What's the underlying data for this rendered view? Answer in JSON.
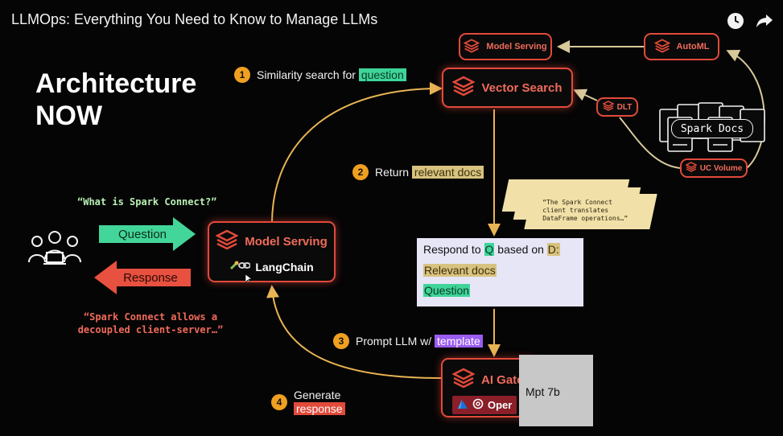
{
  "video": {
    "title": "LLMOps: Everything You Need to Know to Manage LLMs"
  },
  "icons": {
    "history": "clock-icon",
    "share": "share-arrow-icon",
    "layers": "stacked-layers-icon",
    "users": "users-laptop-icon"
  },
  "headline": {
    "line1": "Architecture",
    "line2": "NOW"
  },
  "user_side": {
    "question_quote": "“What is Spark Connect?”",
    "question_label": "Question",
    "response_label": "Response",
    "response_quote_line1": "“Spark Connect allows a",
    "response_quote_line2": "decoupled client-server…”"
  },
  "model_serving_main": {
    "label": "Model Serving",
    "langchain": "LangChain"
  },
  "top_boxes": {
    "model_serving": "Model Serving",
    "automl": "AutoML",
    "vector_search": "Vector Search",
    "dlt": "DLT",
    "uc_volume": "UC Volume",
    "spark_docs": "Spark Docs"
  },
  "steps": {
    "s1": {
      "num": "1",
      "text": "Similarity search for ",
      "highlight": "question"
    },
    "s2": {
      "num": "2",
      "text": "Return ",
      "highlight": "relevant docs"
    },
    "s3": {
      "num": "3",
      "text": "Prompt LLM w/ ",
      "highlight": "template"
    },
    "s4": {
      "num": "4",
      "line1": "Generate",
      "highlight": "response"
    }
  },
  "docs_stack": {
    "line1": "“The Spark Connect",
    "line2": "client translates",
    "line3": "DataFrame operations…”"
  },
  "prompt": {
    "line1_a": "Respond to ",
    "line1_q": "Q",
    "line1_b": " based on ",
    "line1_d": "D:",
    "line2": "Relevant docs",
    "line3": "Question"
  },
  "ai_gateway": {
    "label": "AI Gate",
    "openai": "Oper"
  },
  "mpt_card": {
    "label": "Mpt 7b"
  },
  "colors": {
    "accent_red": "#e24a3b",
    "step_orange": "#f0a020",
    "green": "#3ed49a",
    "tan": "#d8c27f",
    "purple": "#9b5cf1"
  }
}
